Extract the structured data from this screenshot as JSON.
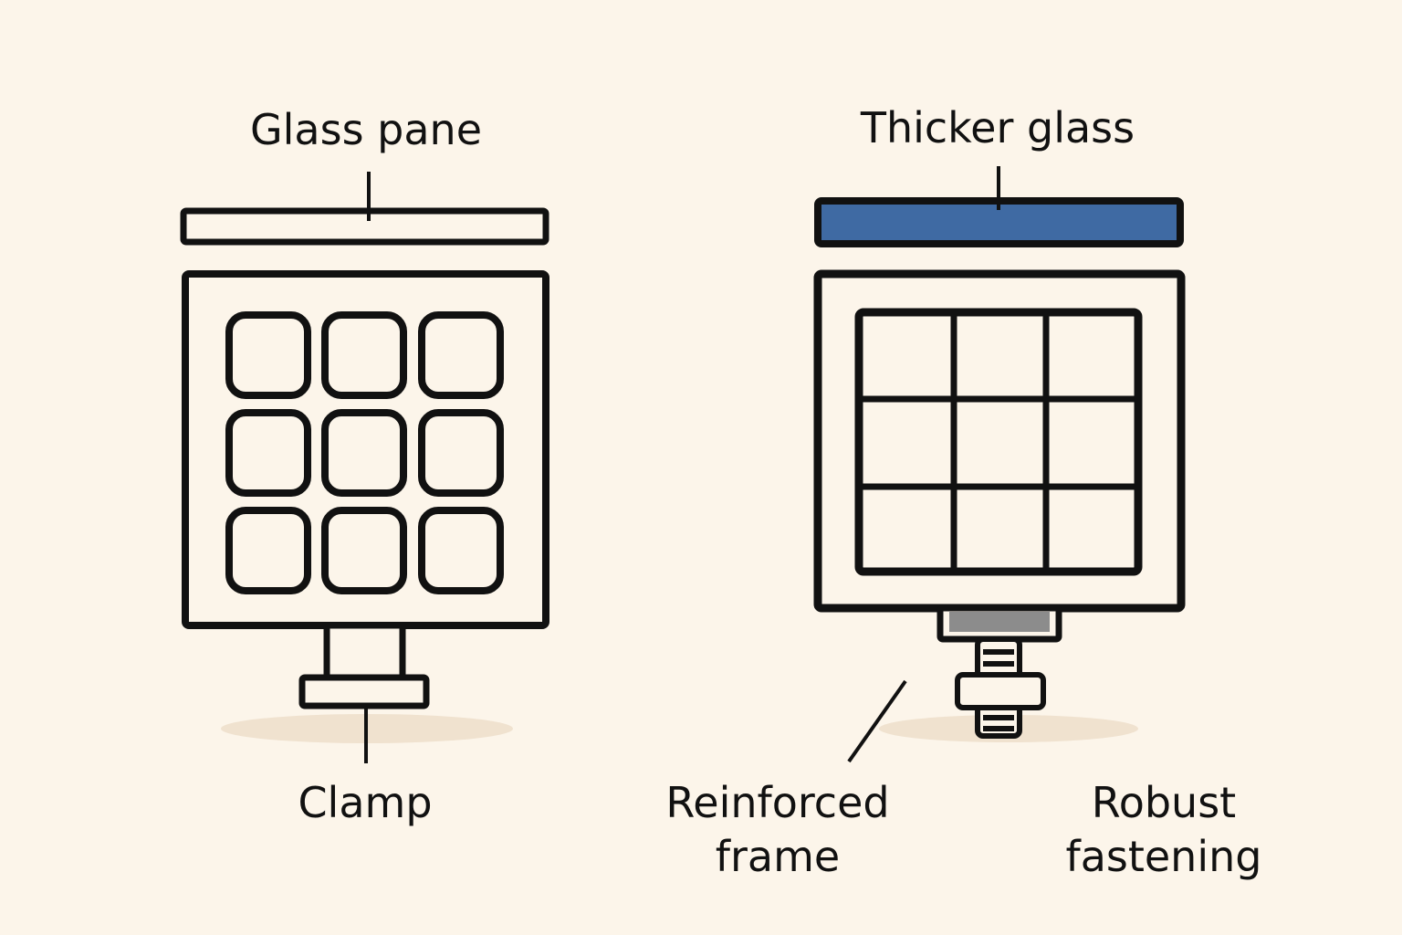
{
  "panels": {
    "standard": {
      "top_label": "Glass pane",
      "bottom_label": "Clamp"
    },
    "reinforced": {
      "top_label": "Thicker glass",
      "frame_label_line1": "Reinforced",
      "frame_label_line2": "frame",
      "fastening_label_line1": "Robust",
      "fastening_label_line2": "fastening"
    }
  },
  "colors": {
    "background": "#fcf5ea",
    "outline": "#111111",
    "thick_glass": "#3f6aa3",
    "clamp_plate": "#8c8c8c",
    "shadow": "#f0e2cf"
  }
}
